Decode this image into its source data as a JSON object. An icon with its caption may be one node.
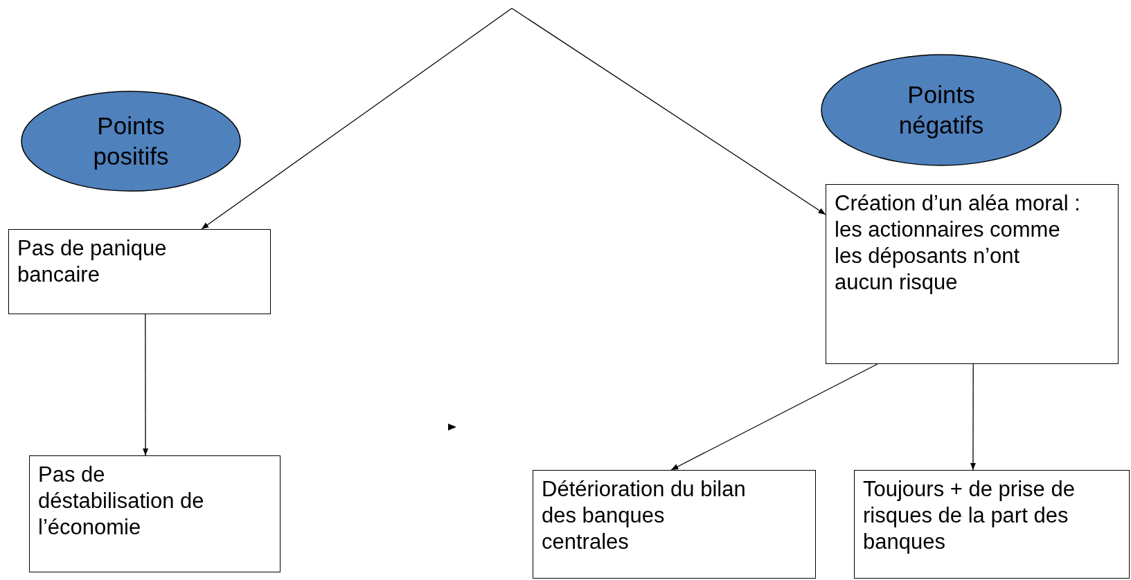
{
  "diagram": {
    "nodes": [
      {
        "text": [
          "Points positifs"
        ]
      },
      {
        "text": [
          "Points négatifs"
        ]
      },
      {
        "text": [
          "Pas de panique bancaire"
        ]
      },
      {
        "text": [
          "Création d’un aléa moral : les actionnaires comme les déposants n’ont aucun risque"
        ]
      },
      {
        "text": [
          "Pas de déstabilisation de l’économie"
        ]
      },
      {
        "text": [
          "Détérioration du bilan des banques centrales"
        ]
      },
      {
        "text": [
          "Toujours + de prise de risques de la part des banques"
        ]
      }
    ],
    "edges": [
      {
        "from": null,
        "to": 2,
        "arrow": "to"
      },
      {
        "from": null,
        "to": 3,
        "arrow": "to"
      },
      {
        "from": 2,
        "to": 4,
        "arrow": "to"
      },
      {
        "from": 3,
        "to": 5,
        "arrow": "to"
      },
      {
        "from": 3,
        "to": 6,
        "arrow": "to"
      }
    ]
  }
}
